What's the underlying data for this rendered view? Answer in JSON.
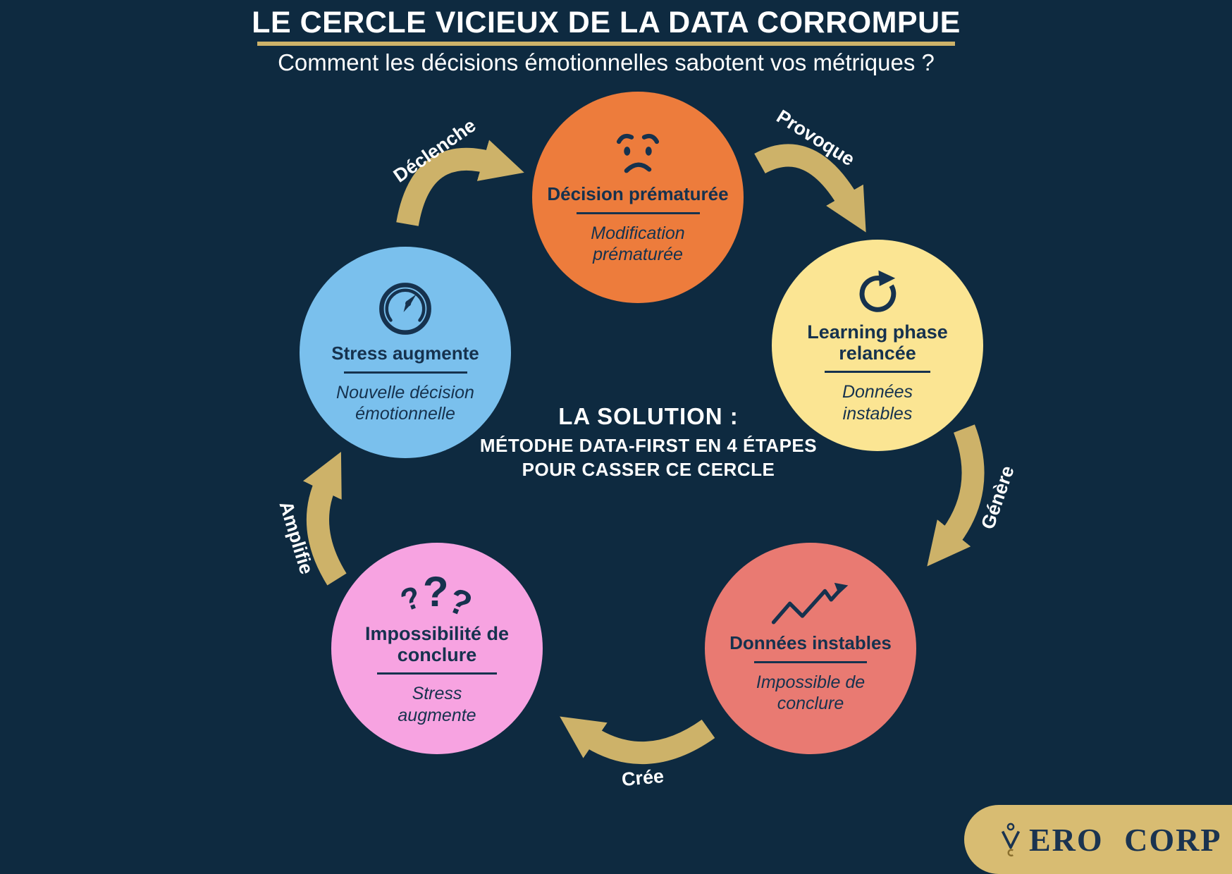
{
  "header": {
    "title": "LE CERCLE VICIEUX DE LA DATA CORROMPUE",
    "subtitle": "Comment les décisions émotionnelles sabotent vos métriques ?"
  },
  "solution": {
    "line1": "LA SOLUTION :",
    "line2": "MÉTODHE DATA-FIRST EN 4 ÉTAPES",
    "line3": "POUR CASSER CE CERCLE"
  },
  "cycle": {
    "steps": [
      {
        "icon": "worried-face-icon",
        "title": "Décision prématurée",
        "subtitle": "Modification prématurée",
        "color": "#ED7C3C"
      },
      {
        "icon": "refresh-arrow-icon",
        "title": "Learning phase relancée",
        "subtitle": "Données instables",
        "color": "#FBE593"
      },
      {
        "icon": "trend-line-icon",
        "title": "Données instables",
        "subtitle": "Impossible de conclure",
        "color": "#E97A72"
      },
      {
        "icon": "question-marks-icon",
        "title": "Impossibilité de conclure",
        "subtitle": "Stress augmente",
        "color": "#F7A3E1",
        "glyphs": [
          "?",
          "?",
          "?"
        ]
      },
      {
        "icon": "gauge-icon",
        "title": "Stress augmente",
        "subtitle": "Nouvelle décision émotionnelle",
        "color": "#7AC0ED"
      }
    ],
    "arrows": [
      {
        "label": "Déclenche"
      },
      {
        "label": "Provoque"
      },
      {
        "label": "Génère"
      },
      {
        "label": "Crée"
      },
      {
        "label": "Amplifie"
      }
    ]
  },
  "logo": {
    "text": "ERO CORP"
  },
  "colors": {
    "background": "#0E2A40",
    "gold": "#CDB269",
    "navy": "#16324E",
    "logo_bg": "#D8BC72",
    "logo_text": "#1A3350"
  }
}
